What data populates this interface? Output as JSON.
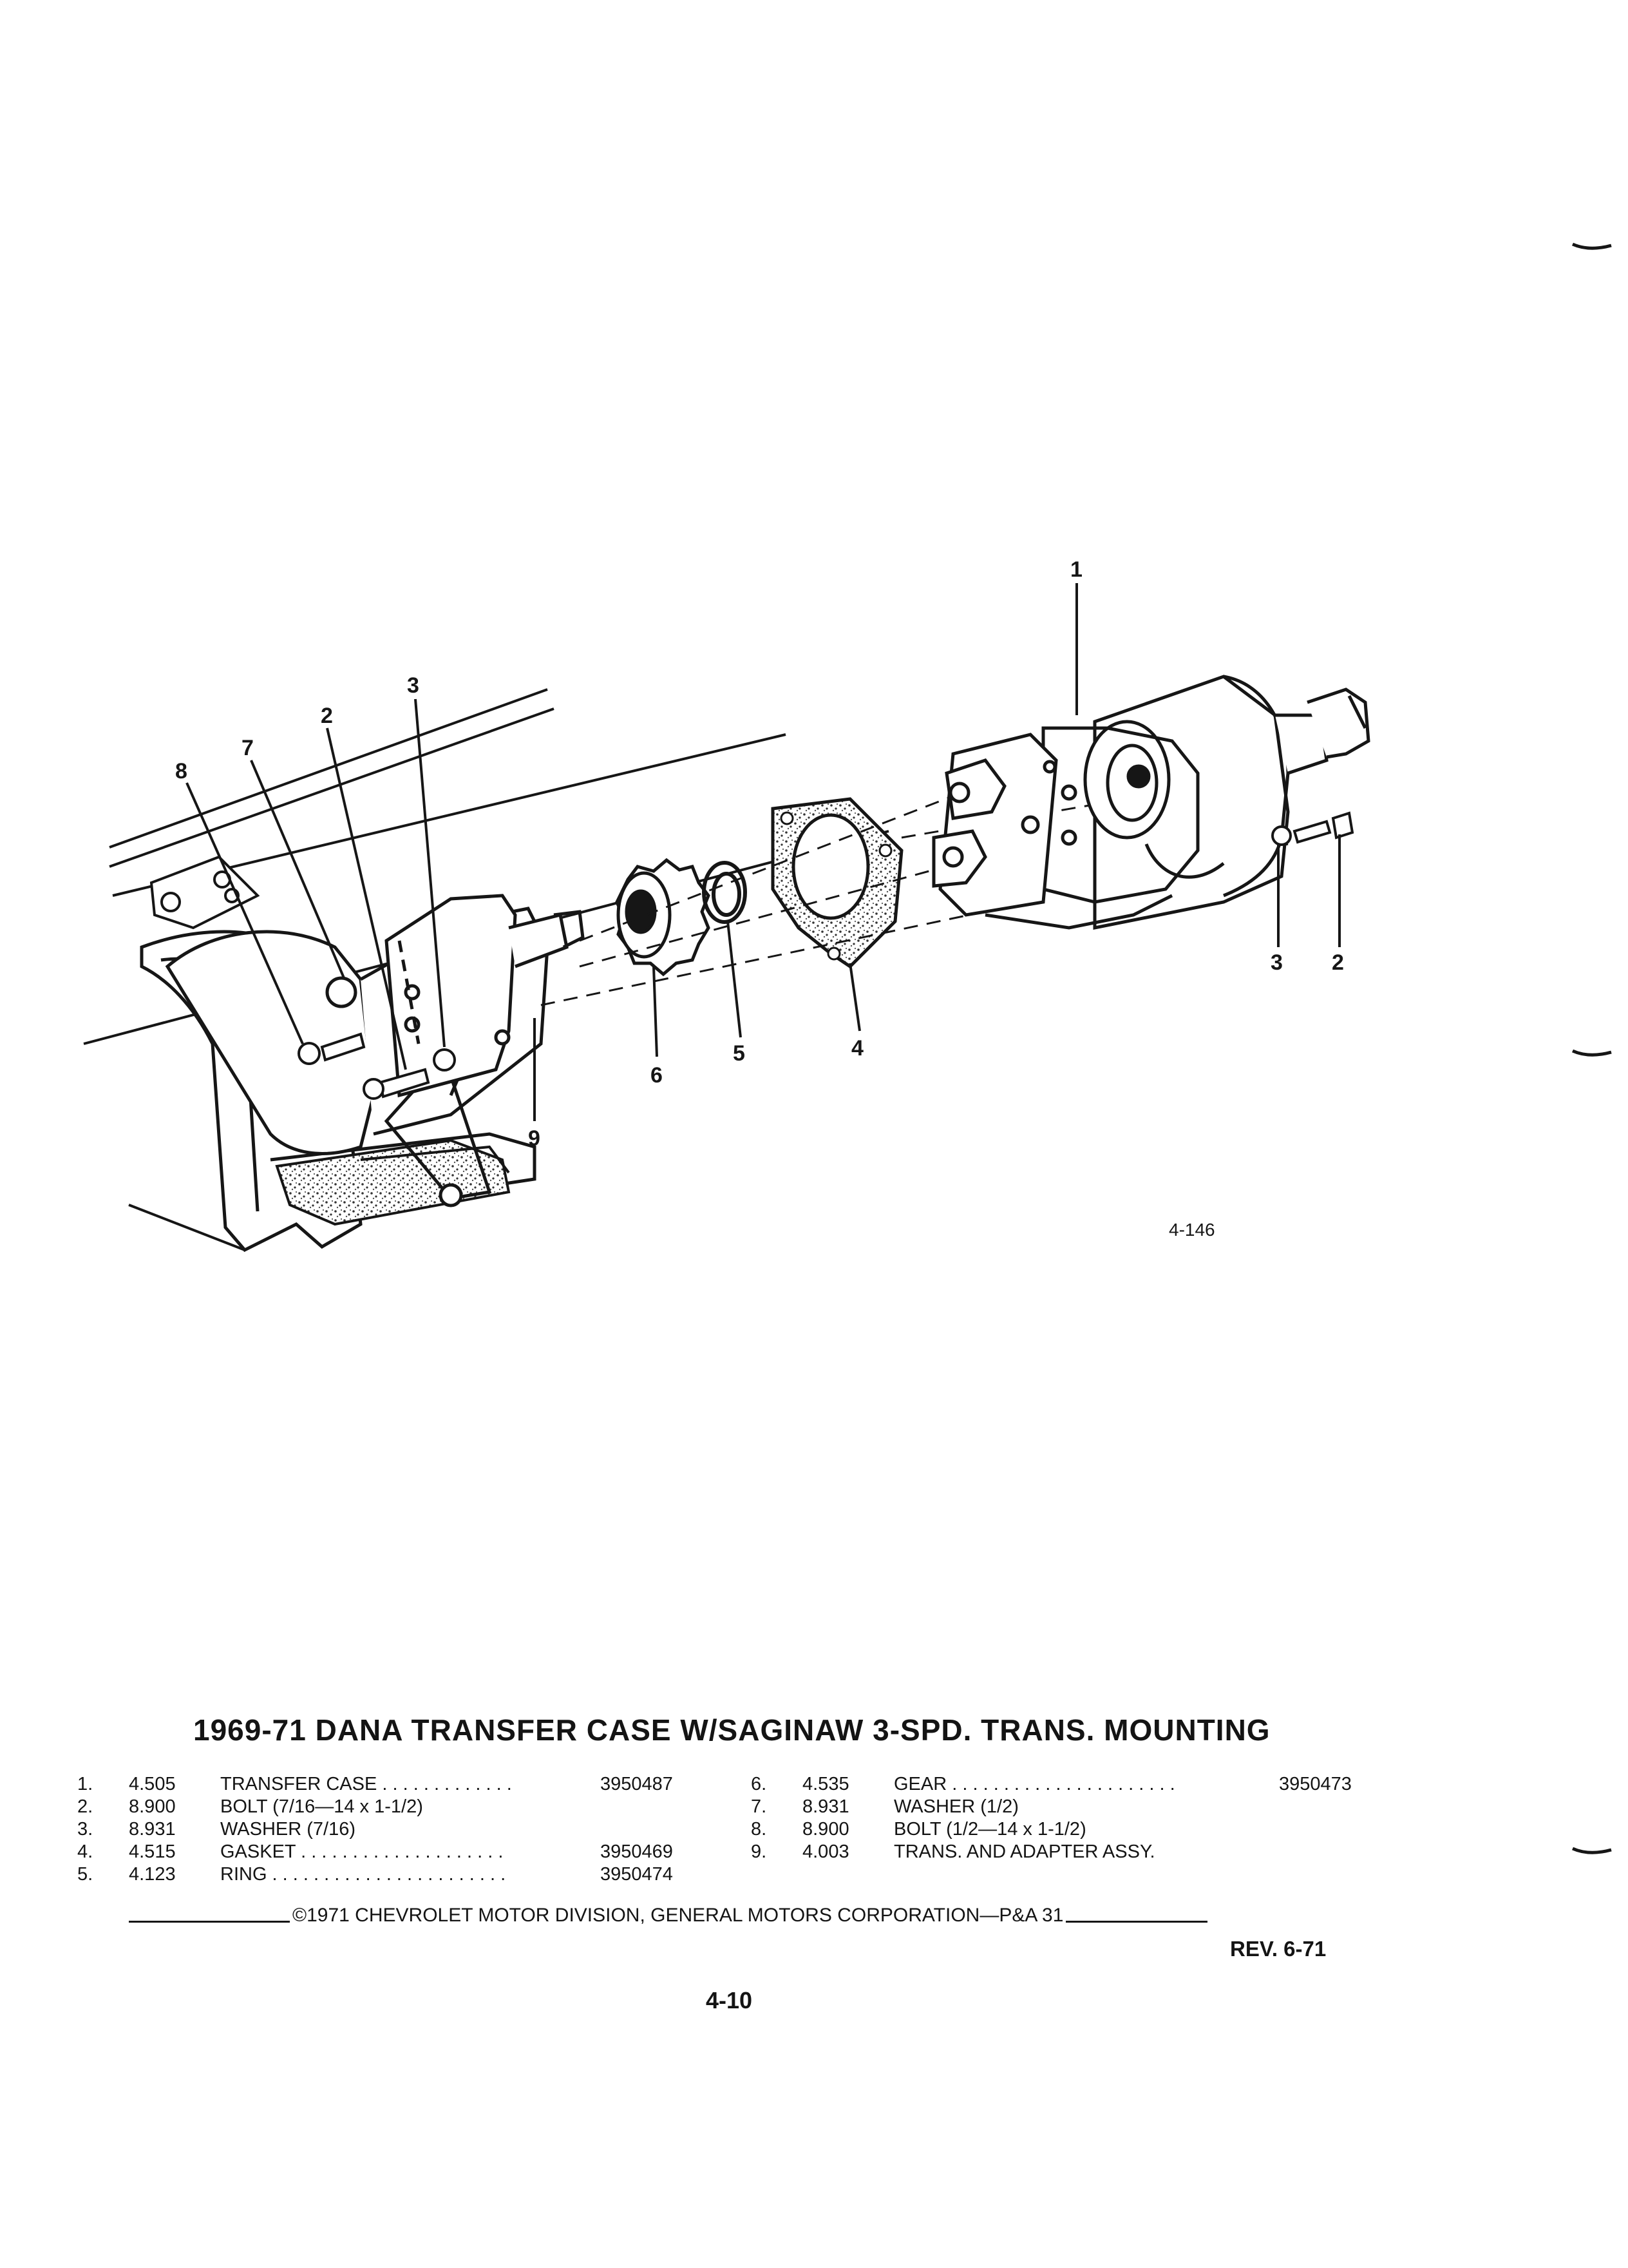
{
  "figure": {
    "figure_id": "4-146",
    "callouts": [
      {
        "num": "1"
      },
      {
        "num": "2"
      },
      {
        "num": "3"
      },
      {
        "num": "7"
      },
      {
        "num": "8"
      },
      {
        "num": "6"
      },
      {
        "num": "5"
      },
      {
        "num": "4"
      },
      {
        "num": "9"
      },
      {
        "num": "3"
      },
      {
        "num": "2"
      }
    ]
  },
  "title": "1969-71 DANA TRANSFER CASE W/SAGINAW 3-SPD. TRANS. MOUNTING",
  "legend": {
    "left": [
      {
        "num": "1.",
        "code": "4.505",
        "desc": "TRANSFER CASE . . . . . . . . . . . . .",
        "part": "3950487"
      },
      {
        "num": "2.",
        "code": "8.900",
        "desc": "BOLT (7/16—14 x 1-1/2)",
        "part": ""
      },
      {
        "num": "3.",
        "code": "8.931",
        "desc": "WASHER (7/16)",
        "part": ""
      },
      {
        "num": "4.",
        "code": "4.515",
        "desc": "GASKET . . . . . . . . . . . . . . . . . . . .",
        "part": "3950469"
      },
      {
        "num": "5.",
        "code": "4.123",
        "desc": "RING . . . . . . . . . . . . . . . . . . . . . . .",
        "part": "3950474"
      }
    ],
    "right": [
      {
        "num": "6.",
        "code": "4.535",
        "desc": "GEAR . . . . . . . . . . . . . . . . . . . . . .",
        "part": "3950473"
      },
      {
        "num": "7.",
        "code": "8.931",
        "desc": "WASHER (1/2)",
        "part": ""
      },
      {
        "num": "8.",
        "code": "8.900",
        "desc": "BOLT (1/2—14 x 1-1/2)",
        "part": ""
      },
      {
        "num": "9.",
        "code": "4.003",
        "desc": "TRANS. AND ADAPTER ASSY.",
        "part": ""
      }
    ]
  },
  "footer": {
    "copyright": "©1971 CHEVROLET MOTOR DIVISION, GENERAL MOTORS CORPORATION—P&A 31",
    "revision": "REV. 6-71",
    "page_number": "4-10"
  }
}
